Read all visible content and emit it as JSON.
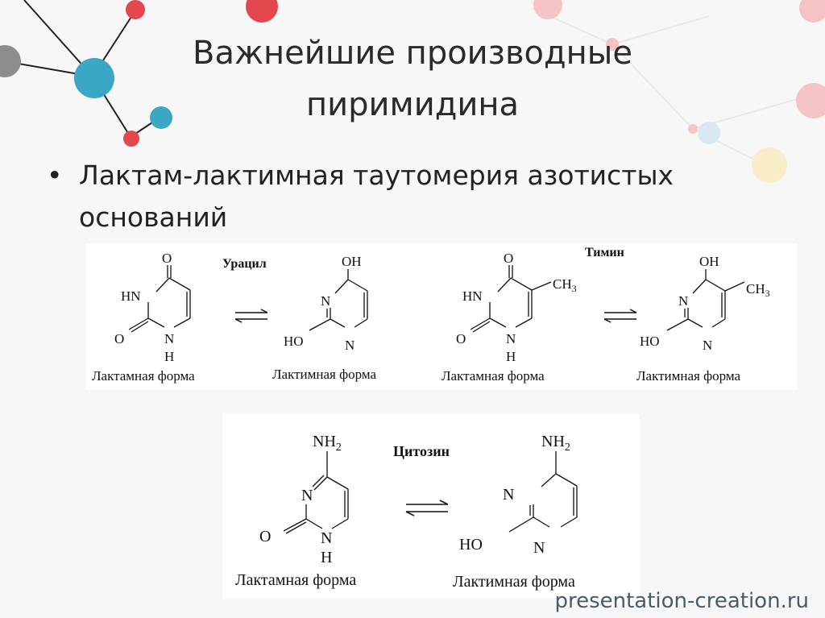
{
  "slide": {
    "title_line1": "Важнейшие производные",
    "title_line2": "пиримидина",
    "bullet_symbol": "•",
    "bullet_text": "Лактам-лактимная таутомерия азотистых оснований"
  },
  "diagram": {
    "uracil": {
      "name": "Урацил",
      "lactam_caption": "Лактамная форма",
      "lactim_caption": "Лактимная форма",
      "lactam_labels": {
        "top": "O",
        "n3": "HN",
        "c2o": "O",
        "n1": "N",
        "n1h": "H"
      },
      "lactim_labels": {
        "top": "OH",
        "n3": "N",
        "c2o": "HO",
        "n1": "N"
      }
    },
    "thymine": {
      "name": "Тимин",
      "lactam_caption": "Лактамная форма",
      "lactim_caption": "Лактимная форма",
      "lactam_labels": {
        "top": "O",
        "methyl": "CH",
        "methyl_sub": "3",
        "n3": "HN",
        "c2o": "O",
        "n1": "N",
        "n1h": "H"
      },
      "lactim_labels": {
        "top": "OH",
        "methyl": "CH",
        "methyl_sub": "3",
        "n3": "N",
        "c2o": "HO",
        "n1": "N"
      }
    },
    "cytosine": {
      "name": "Цитозин",
      "lactam_caption": "Лактамная форма",
      "lactim_caption": "Лактимная форма",
      "lactam_labels": {
        "top": "NH",
        "top_sub": "2",
        "n3": "N",
        "c2o": "O",
        "n1": "N",
        "n1h": "H"
      },
      "lactim_labels": {
        "top": "NH",
        "top_sub": "2",
        "n3": "N",
        "c2o": "HO",
        "n1": "N"
      }
    }
  },
  "watermark": "presentation-creation.ru",
  "colors": {
    "teal": "#3aa7c4",
    "red": "#e2474e",
    "grey": "#8c8c8c",
    "pink": "#f4c3c6",
    "pale_yellow": "#f8edc8"
  }
}
